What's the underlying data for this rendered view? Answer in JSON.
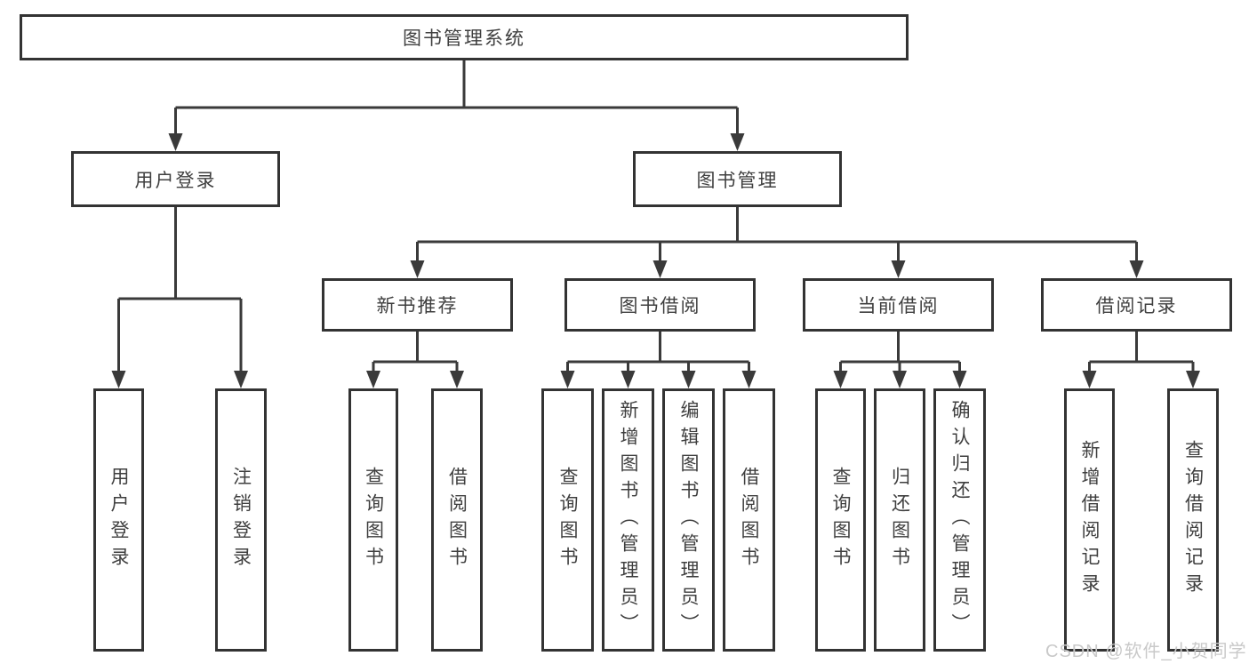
{
  "diagram": {
    "root": {
      "label": "图书管理系统"
    },
    "level2": {
      "user_login": {
        "label": "用户登录"
      },
      "book_management": {
        "label": "图书管理"
      }
    },
    "level3": {
      "new_book_recommend": {
        "label": "新书推荐"
      },
      "book_borrow": {
        "label": "图书借阅"
      },
      "current_borrow": {
        "label": "当前借阅"
      },
      "borrow_record": {
        "label": "借阅记录"
      }
    },
    "leaves": {
      "user_login": {
        "label": "用户登录"
      },
      "logout": {
        "label": "注销登录"
      },
      "new_book_query": {
        "label": "查询图书"
      },
      "new_book_borrow": {
        "label": "借阅图书"
      },
      "borrow_query": {
        "label": "查询图书"
      },
      "borrow_add": {
        "label": "新增图书（管理员）"
      },
      "borrow_edit": {
        "label": "编辑图书（管理员）"
      },
      "borrow_borrow": {
        "label": "借阅图书"
      },
      "current_query": {
        "label": "查询图书"
      },
      "current_return": {
        "label": "归还图书"
      },
      "current_confirm": {
        "label": "确认归还（管理员）"
      },
      "record_add": {
        "label": "新增借阅记录"
      },
      "record_query": {
        "label": "查询借阅记录"
      }
    }
  },
  "watermark": {
    "text": "CSDN @软件_小贺同学"
  },
  "colors": {
    "line": "#3a3a3a",
    "box_border": "#333333",
    "text": "#3f3f3f",
    "watermark": "#c9c9c9",
    "background": "#ffffff"
  }
}
